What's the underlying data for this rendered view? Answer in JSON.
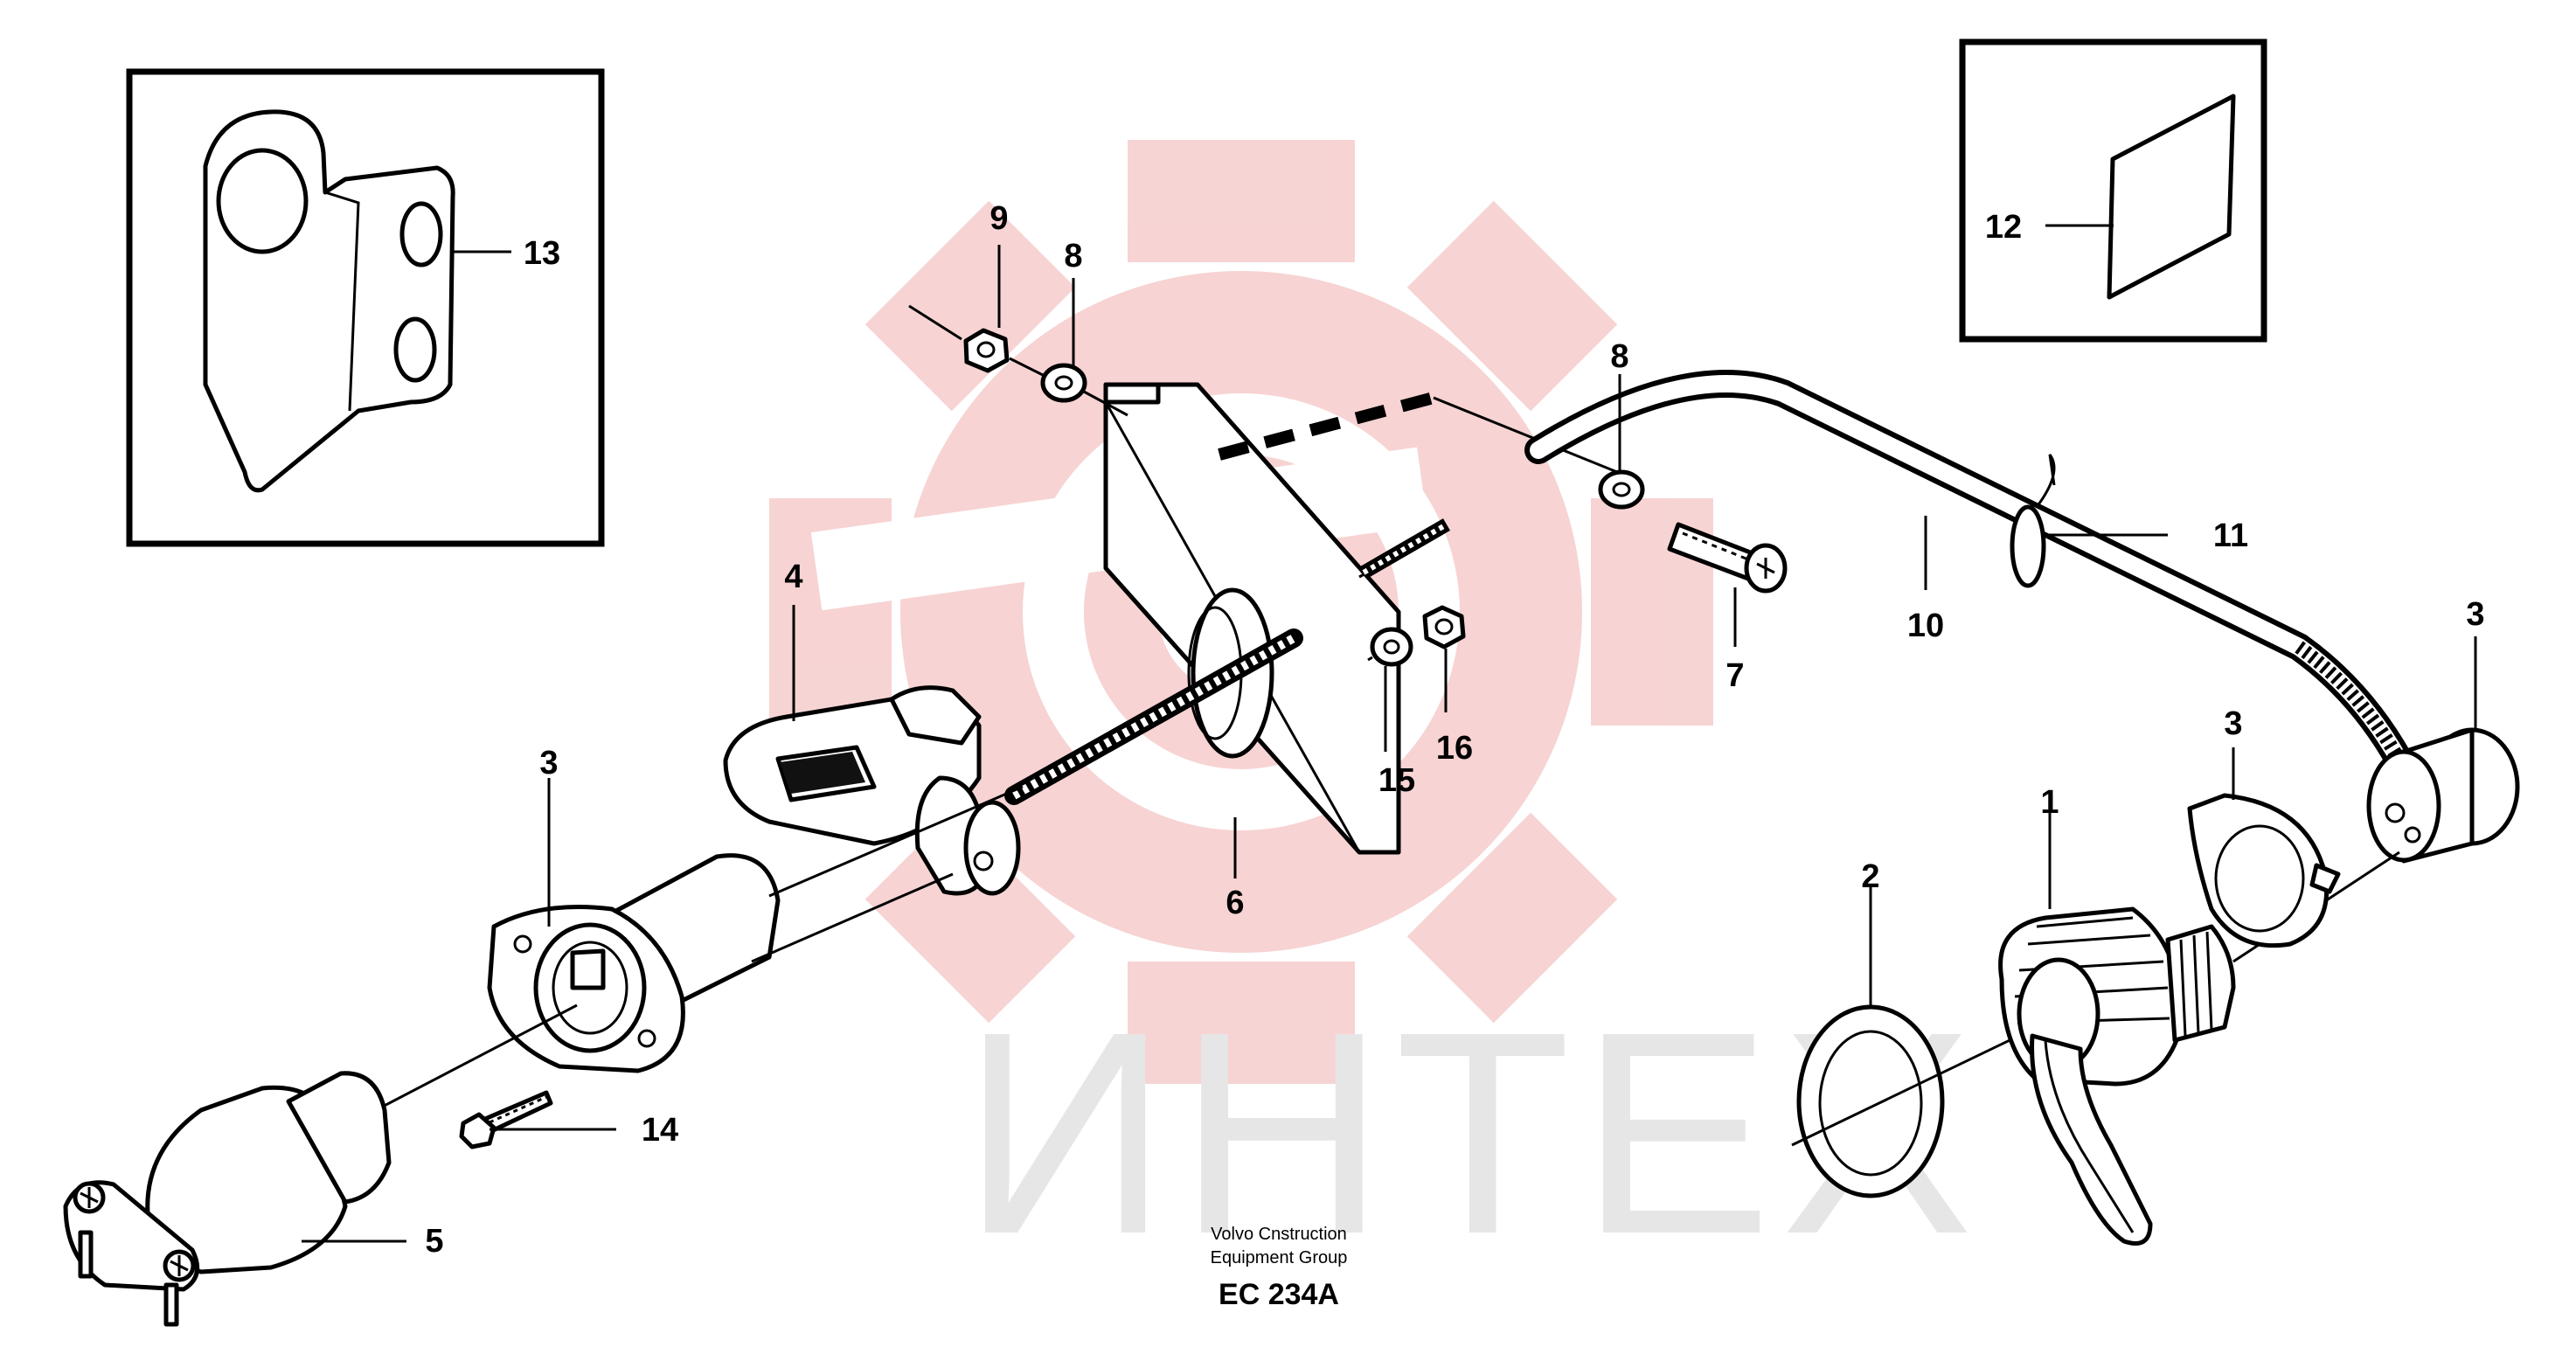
{
  "watermark": {
    "text": "ИНТЕХ",
    "gear_color": "#f6cccc",
    "text_color": "#e6e6e6"
  },
  "caption": {
    "line1": "Volvo Cnstruction",
    "line2": "Equipment Group",
    "code": "EC 234A"
  },
  "callouts": {
    "c1": "1",
    "c2": "2",
    "c3a": "3",
    "c3b": "3",
    "c3c": "3",
    "c4": "4",
    "c5": "5",
    "c6": "6",
    "c7": "7",
    "c8a": "8",
    "c8b": "8",
    "c9": "9",
    "c10": "10",
    "c11": "11",
    "c12": "12",
    "c13": "13",
    "c14": "14",
    "c15": "15",
    "c16": "16"
  },
  "colors": {
    "line": "#000000",
    "background": "#ffffff"
  }
}
